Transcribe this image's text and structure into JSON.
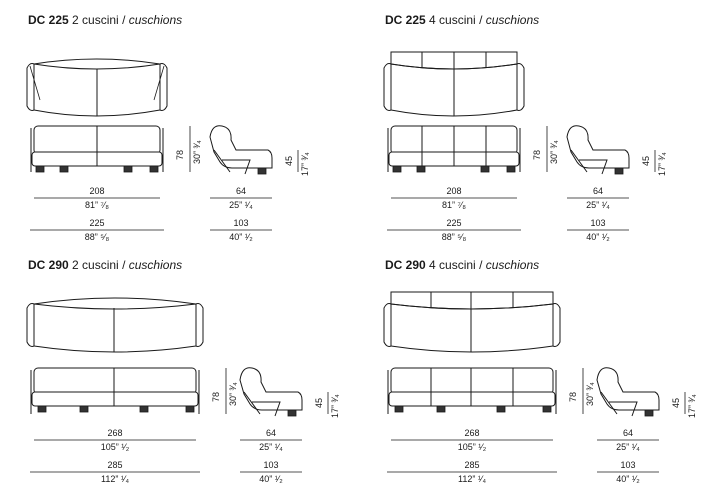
{
  "panels": [
    {
      "code": "DC 225",
      "desc": "2 cuscini",
      "sep": "/",
      "desc_it": "cuschions",
      "height_cm": "78",
      "height_in": "30” ³⁄₄",
      "seat_cm": "45",
      "seat_in": "17” ³⁄₄",
      "w1_cm": "208",
      "w1_in": "81” ⁷⁄₈",
      "w2_cm": "225",
      "w2_in": "88” ⁵⁄₈",
      "d1_cm": "64",
      "d1_in": "25” ¹⁄₄",
      "d2_cm": "103",
      "d2_in": "40” ¹⁄₂"
    },
    {
      "code": "DC 225",
      "desc": "4 cuscini",
      "sep": "/",
      "desc_it": "cuschions",
      "height_cm": "78",
      "height_in": "30” ³⁄₄",
      "seat_cm": "45",
      "seat_in": "17” ³⁄₄",
      "w1_cm": "208",
      "w1_in": "81” ⁷⁄₈",
      "w2_cm": "225",
      "w2_in": "88” ⁵⁄₈",
      "d1_cm": "64",
      "d1_in": "25” ¹⁄₄",
      "d2_cm": "103",
      "d2_in": "40” ¹⁄₂"
    },
    {
      "code": "DC 290",
      "desc": "2 cuscini",
      "sep": "/",
      "desc_it": "cuschions",
      "height_cm": "78",
      "height_in": "30” ³⁄₄",
      "seat_cm": "45",
      "seat_in": "17” ³⁄₄",
      "w1_cm": "268",
      "w1_in": "105” ¹⁄₂",
      "w2_cm": "285",
      "w2_in": "112” ¹⁄₄",
      "d1_cm": "64",
      "d1_in": "25” ¹⁄₄",
      "d2_cm": "103",
      "d2_in": "40” ¹⁄₂"
    },
    {
      "code": "DC 290",
      "desc": "4 cuscini",
      "sep": "/",
      "desc_it": "cuschions",
      "height_cm": "78",
      "height_in": "30” ³⁄₄",
      "seat_cm": "45",
      "seat_in": "17” ³⁄₄",
      "w1_cm": "268",
      "w1_in": "105” ¹⁄₂",
      "w2_cm": "285",
      "w2_in": "112” ¹⁄₄",
      "d1_cm": "64",
      "d1_in": "25” ¹⁄₄",
      "d2_cm": "103",
      "d2_in": "40” ¹⁄₂"
    }
  ]
}
